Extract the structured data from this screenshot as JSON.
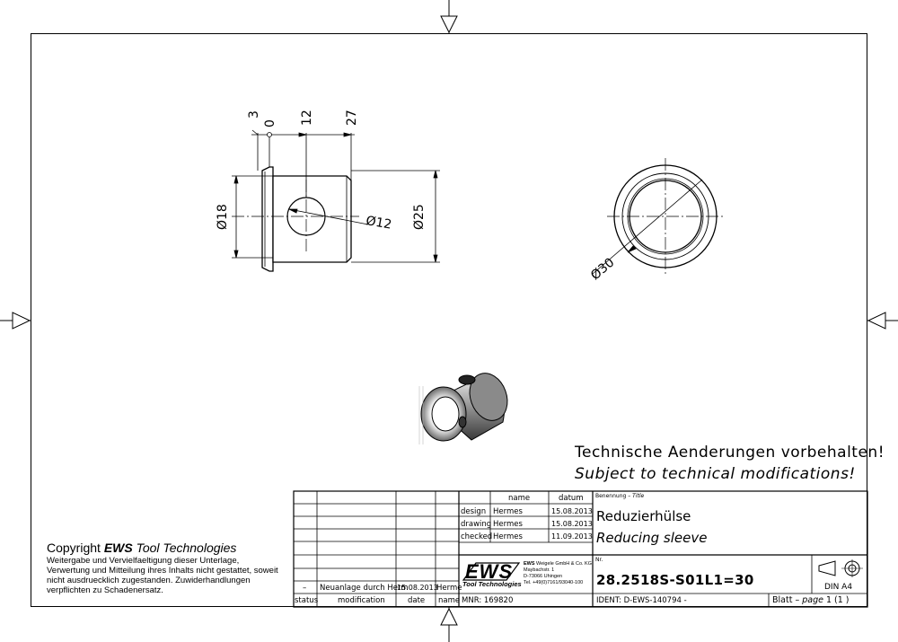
{
  "notes": {
    "line_de": "Technische Aenderungen vorbehalten!",
    "line_en": "Subject to technical modifications!"
  },
  "copyright": {
    "prefix": "Copyright ",
    "brand": "EWS",
    "suffix": " Tool Technologies",
    "text": "Weitergabe und Vervielfaeltigung dieser Unterlage, Verwertung und Mitteilung ihres Inhalts nicht gestattet, soweit nicht ausdruecklich zugestanden. Zuwiderhandlungen verpflichten zu Schadenersatz."
  },
  "dimensions": {
    "top1": "3",
    "top2": "0",
    "top3": "12",
    "top4": "27",
    "d18": "Ø18",
    "d12": "Ø12",
    "d25": "Ø25",
    "d30": "Ø30"
  },
  "revision": {
    "index": "–",
    "modification": "Neuanlage durch Herm",
    "date": "15.08.2013",
    "name": "Herme",
    "col_status": "status",
    "col_modification": "modification",
    "col_date": "date",
    "col_name": "name"
  },
  "approvals": {
    "col_name": "name",
    "col_date": "datum",
    "rows": [
      {
        "role": "design",
        "name": "Hermes",
        "date": "15.08.2013"
      },
      {
        "role": "drawing",
        "name": "Hermes",
        "date": "15.08.2013"
      },
      {
        "role": "checked",
        "name": "Hermes",
        "date": "11.09.2013"
      }
    ]
  },
  "company": {
    "logo": "EWS",
    "logo_sub": "Tool Technologies",
    "name_bold": "EWS",
    "name_rest": " Weigele GmbH & Co. KG",
    "street": "Maybachstr. 1",
    "city": "D-73066 Uhingen",
    "phone": "Tel. +49(0)7161/93040-100"
  },
  "title_block": {
    "label_title": "Benennung – ",
    "label_title_en": "Title",
    "title_de": "Reduzierhülse",
    "title_en": "Reducing sleeve",
    "label_nr": "Nr.",
    "number": "28.2518S-S01L1=30",
    "mnr": "MNR: 169820",
    "ident": "IDENT: D-EWS-140794 -",
    "sheet_prefix": "Blatt – ",
    "sheet_page": "page",
    "sheet_value": " 1 (1 )",
    "format": "DIN A4"
  }
}
